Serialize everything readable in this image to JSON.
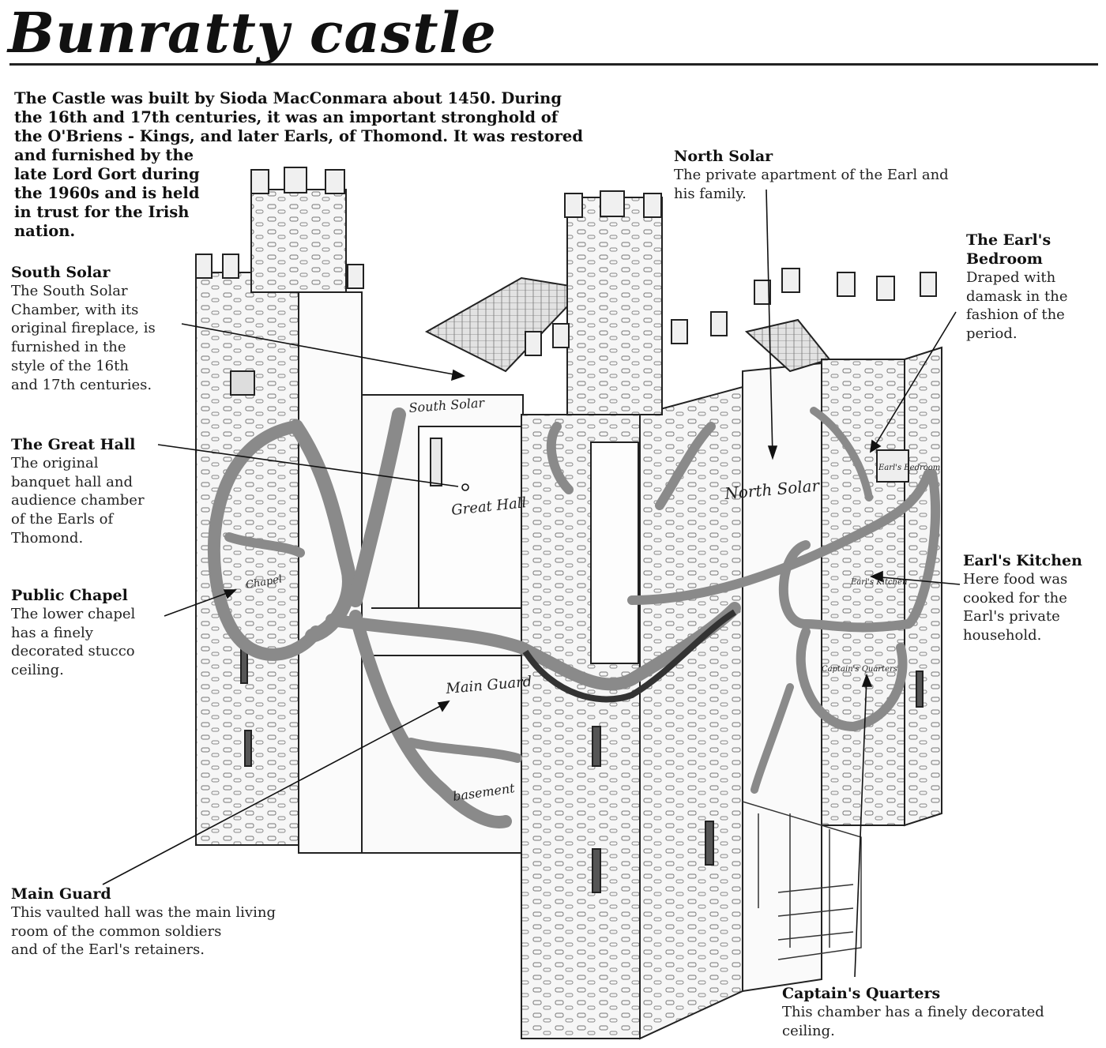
{
  "title": "Bunratty castle",
  "intro": [
    "The Castle was built by Sioda MacConmara about 1450. During",
    "the 16th and 17th centuries, it was an important stronghold of",
    "the O'Briens - Kings, and later Earls, of Thomond. It was restored",
    "and furnished by the",
    "late Lord Gort during",
    "the 1960s and is held",
    "in trust for the Irish",
    "nation."
  ],
  "callouts": {
    "north_solar": {
      "title": "North Solar",
      "lines": [
        "The private apartment of the Earl and",
        "his family."
      ]
    },
    "earls_bedroom": {
      "title": [
        "The Earl's",
        "Bedroom"
      ],
      "lines": [
        "Draped with",
        "damask in the",
        "fashion of the",
        "period."
      ]
    },
    "south_solar": {
      "title": "South Solar",
      "lines": [
        "The South Solar",
        "Chamber, with its",
        "original fireplace, is",
        "furnished in the",
        "style of the 16th",
        "and 17th centuries."
      ]
    },
    "great_hall": {
      "title": "The Great Hall",
      "lines": [
        "The original",
        "banquet hall and",
        "audience chamber",
        "of the Earls of",
        "Thomond."
      ]
    },
    "public_chapel": {
      "title": "Public Chapel",
      "lines": [
        "The lower chapel",
        "has a finely",
        "decorated stucco",
        "ceiling."
      ]
    },
    "earls_kitchen": {
      "title": "Earl's Kitchen",
      "lines": [
        "Here food was",
        "cooked for the",
        "Earl's private",
        "household."
      ]
    },
    "main_guard": {
      "title": "Main Guard",
      "lines": [
        "This vaulted hall  was the main living",
        "room of the  common soldiers",
        "and of the Earl's  retainers."
      ]
    },
    "captains_quarters": {
      "title": "Captain's Quarters",
      "lines": [
        "This chamber has a finely decorated",
        "ceiling."
      ]
    }
  },
  "art_labels": {
    "south_solar": "South Solar",
    "great_hall": "Great Hall",
    "north_solar": "North Solar",
    "main_guard": "Main Guard",
    "basement": "basement",
    "chapel": "Chapel",
    "bedroom": "Earl's Bedroom",
    "kitchen": "Earl's Kitchen",
    "captains": "Captain's Quarters"
  },
  "colors": {
    "ink": "#1a1a1a",
    "corridor": "#8a8a8a",
    "stone": "#f4f4f4"
  }
}
